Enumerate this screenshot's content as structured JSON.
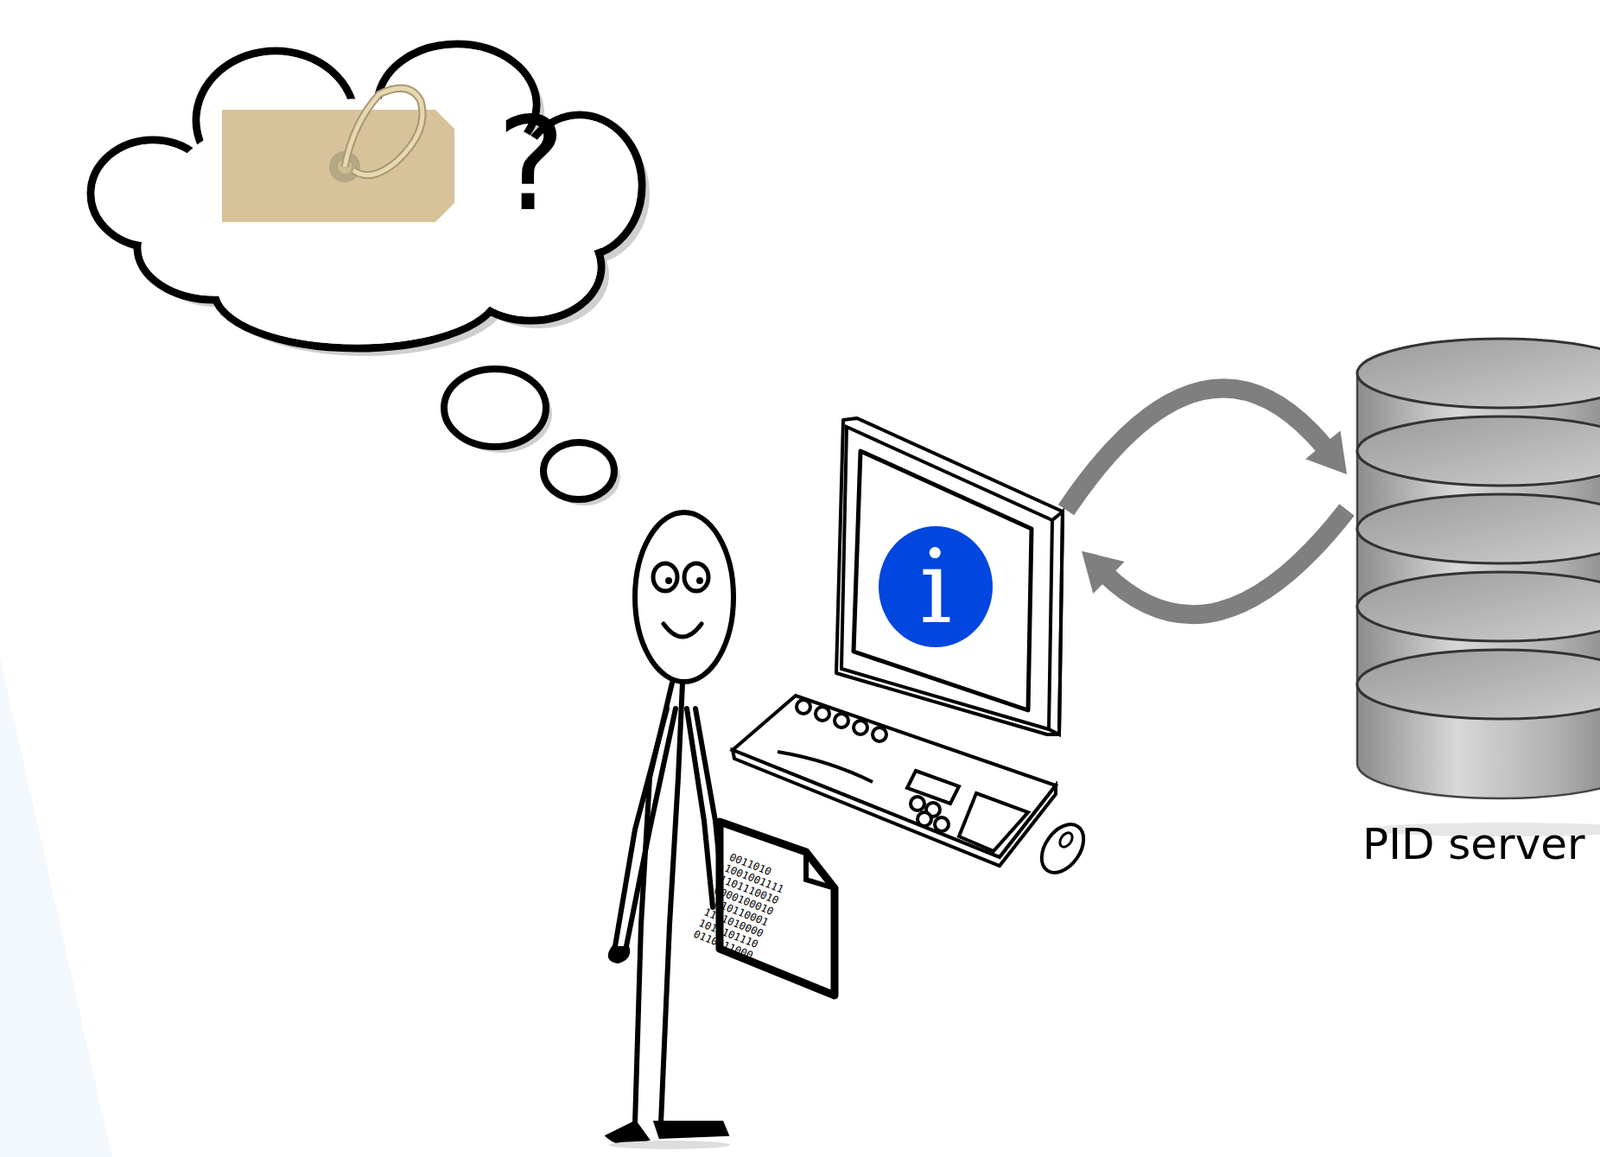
{
  "diagram": {
    "nodes": [
      {
        "text": [
          "?"
        ]
      },
      {
        "text": [
          "i"
        ]
      },
      {
        "text": [
          "PID server"
        ]
      }
    ],
    "edges": [
      {
        "from": 1,
        "to": 2,
        "arrow": "to"
      },
      {
        "from": 2,
        "to": 1,
        "arrow": "to"
      }
    ],
    "labels": [
      "0011010",
      "1001001111",
      "1101110010",
      "0000100010",
      "1010110001",
      "1101010000",
      "1010101110",
      "0110111000"
    ]
  }
}
